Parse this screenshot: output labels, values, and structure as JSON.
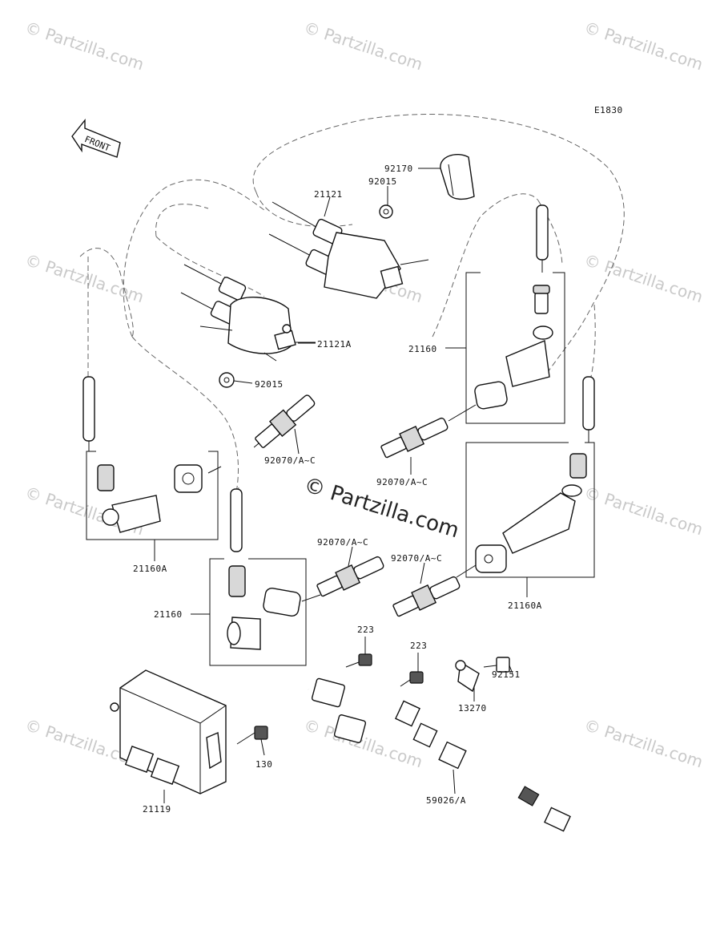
{
  "diagram_code": "E1830",
  "front_label": "FRONT",
  "watermark": "© Partzilla.com",
  "center_watermark": "© Partzilla.com",
  "callouts": {
    "c92170": "92170",
    "c92015_top": "92015",
    "c21121": "21121",
    "c21121A": "21121A",
    "c92015_mid": "92015",
    "c21160_right": "21160",
    "c92070_a": "92070/A~C",
    "c92070_b": "92070/A~C",
    "c92070_c": "92070/A~C",
    "c92070_d": "92070/A~C",
    "c21160A_left": "21160A",
    "c21160_left": "21160",
    "c21160A_right": "21160A",
    "c223_a": "223",
    "c223_b": "223",
    "c92151": "92151",
    "c13270": "13270",
    "c130": "130",
    "c21119": "21119",
    "c59026": "59026/A"
  }
}
